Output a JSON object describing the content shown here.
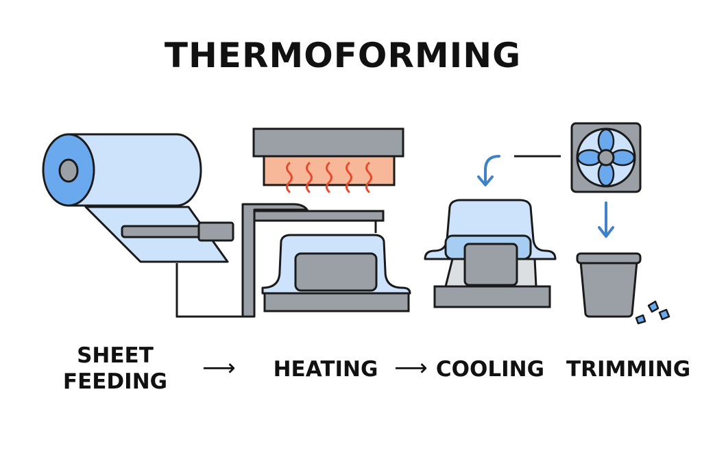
{
  "title": "THERMOFORMING",
  "stages": {
    "sheet_feeding": {
      "line1": "SHEET",
      "line2": "FEEDING"
    },
    "heating": "HEATING",
    "cooling": "COOLING",
    "trimming": "TRIMMING"
  },
  "arrows": {
    "first": "⟶",
    "second": "⟶"
  },
  "colors": {
    "outline": "#1a1a1a",
    "sheet_fill": "#cde3fb",
    "roll_end": "#6aa9ee",
    "machine_gray": "#9aa0a6",
    "heater_fill": "#f7b89a",
    "heat_waves": "#e8492a",
    "cooling_blue": "#3f82c8"
  }
}
